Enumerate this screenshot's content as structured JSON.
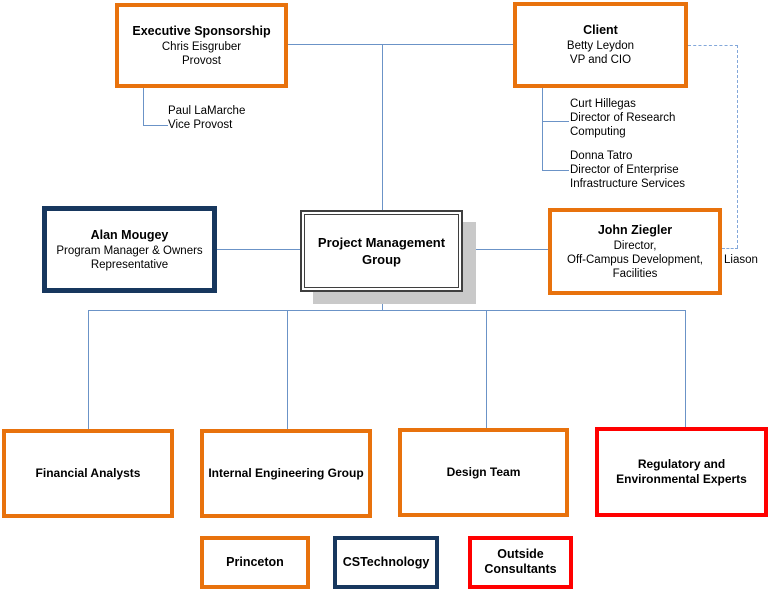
{
  "colors": {
    "orange": "#E8720D",
    "navy": "#17375E",
    "red": "#FF0000",
    "connector": "#6B93C7",
    "connector_dash": "#82A7DA",
    "pmg_border": "#3F3F3F",
    "shadow": "#C9C9C9"
  },
  "boxes": {
    "executive_sponsorship": {
      "title": "Executive Sponsorship",
      "lines": [
        "Chris Eisgruber",
        "Provost"
      ]
    },
    "client": {
      "title": "Client",
      "lines": [
        "Betty Leydon",
        "VP and CIO"
      ]
    },
    "alan_mougey": {
      "title": "Alan Mougey",
      "lines": [
        "Program Manager & Owners",
        "Representative"
      ]
    },
    "project_management_group": {
      "title": "Project Management Group"
    },
    "john_ziegler": {
      "title": "John Ziegler",
      "lines": [
        "Director,",
        "Off-Campus Development,",
        "Facilities"
      ]
    },
    "financial_analysts": {
      "title": "Financial Analysts"
    },
    "internal_engineering_group": {
      "title": "Internal Engineering Group"
    },
    "design_team": {
      "title": "Design Team"
    },
    "regulatory_environmental_experts": {
      "title": "Regulatory and Environmental Experts"
    }
  },
  "annotations": {
    "paul_lamarche": {
      "lines": [
        "Paul LaMarche",
        "Vice Provost"
      ]
    },
    "curt_hillegas": {
      "lines": [
        "Curt Hillegas",
        "Director of Research",
        "Computing"
      ]
    },
    "donna_tatro": {
      "lines": [
        "Donna Tatro",
        "Director of Enterprise",
        "Infrastructure Services"
      ]
    },
    "liason": "Liason"
  },
  "legend": {
    "princeton": "Princeton",
    "cstechnology": "CSTechnology",
    "outside_consultants": "Outside Consultants"
  }
}
